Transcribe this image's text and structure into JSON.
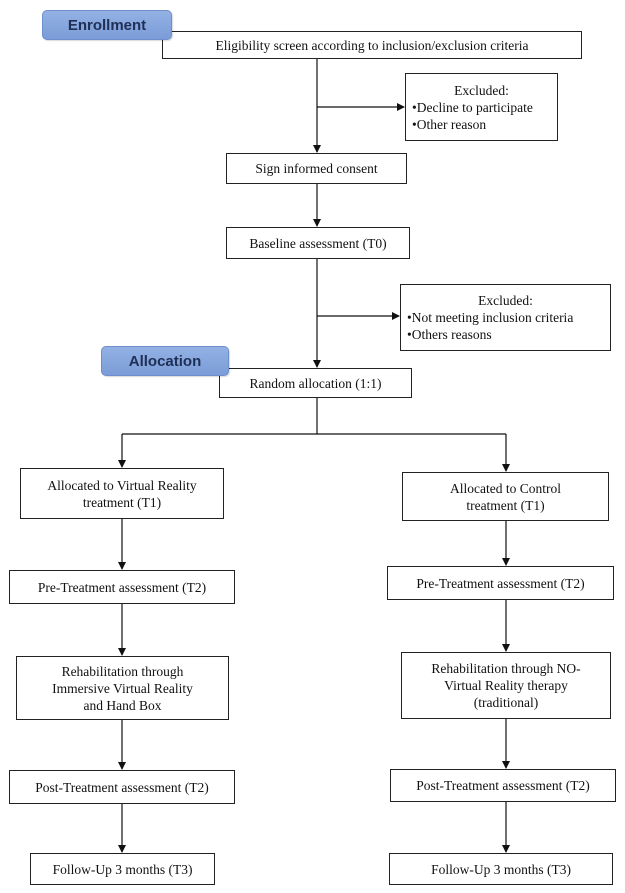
{
  "labels": {
    "enrollment": "Enrollment",
    "allocation": "Allocation"
  },
  "boxes": {
    "eligibility": "Eligibility screen according to inclusion/exclusion criteria",
    "excluded_1": {
      "title": "Excluded:",
      "items": [
        "•Decline to participate",
        "•Other reason"
      ]
    },
    "consent": "Sign informed consent",
    "baseline": "Baseline assessment (T0)",
    "excluded_2": {
      "title": "Excluded:",
      "items": [
        "•Not meeting inclusion criteria",
        "•Others reasons"
      ]
    },
    "random": "Random allocation (1:1)",
    "left": {
      "allocated": [
        "Allocated to Virtual Reality",
        "treatment (T1)"
      ],
      "pre": "Pre-Treatment assessment (T2)",
      "rehab": [
        "Rehabilitation through",
        "Immersive Virtual Reality",
        "and Hand Box"
      ],
      "post": "Post-Treatment assessment (T2)",
      "follow": "Follow-Up 3 months (T3)"
    },
    "right": {
      "allocated": [
        "Allocated to Control",
        "treatment (T1)"
      ],
      "pre": "Pre-Treatment assessment (T2)",
      "rehab": [
        "Rehabilitation through NO-",
        "Virtual Reality therapy",
        "(traditional)"
      ],
      "post": "Post-Treatment assessment (T2)",
      "follow": "Follow-Up 3 months (T3)"
    }
  },
  "colors": {
    "label_fill": "#7b9cd8",
    "label_text": "#1f2f55",
    "line": "#111111"
  }
}
